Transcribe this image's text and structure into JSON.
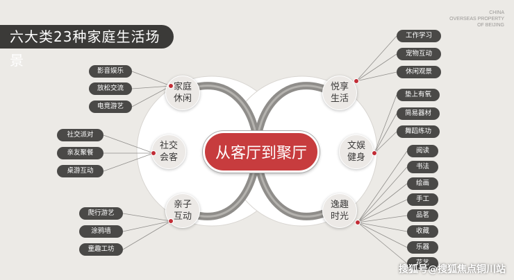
{
  "title": "六大类23种家庭生活场景",
  "corner_text": [
    "CHINA",
    "OVERSEAS PROPERTY",
    "OF BEIJING"
  ],
  "center_label": "从客厅到聚厅",
  "watermark": "搜狐号@搜狐焦点铜川站",
  "colors": {
    "accent": "#c73c3e",
    "pill": "#4a4947",
    "node": "#ece9e6",
    "background": "#eceae6"
  },
  "nodes": [
    {
      "key": "family-leisure",
      "label": "家庭\n休闲",
      "items": [
        "影音娱乐",
        "放松交流",
        "电竞游艺"
      ]
    },
    {
      "key": "social",
      "label": "社交\n会客",
      "items": [
        "社交派对",
        "亲友聚餐",
        "桌游互动"
      ]
    },
    {
      "key": "parent-child",
      "label": "亲子\n互动",
      "items": [
        "爬行游艺",
        "涂鸦墙",
        "童趣工坊"
      ]
    },
    {
      "key": "enjoy-life",
      "label": "悦享\n生活",
      "items": [
        "工作学习",
        "宠物互动",
        "休闲观景"
      ]
    },
    {
      "key": "fitness",
      "label": "文娱\n健身",
      "items": [
        "垫上有氧",
        "简易器材",
        "舞蹈练功"
      ]
    },
    {
      "key": "hobby",
      "label": "逸趣\n时光",
      "items": [
        "阅读",
        "书法",
        "绘画",
        "手工",
        "品茗",
        "收藏",
        "乐器",
        "花艺"
      ]
    }
  ]
}
